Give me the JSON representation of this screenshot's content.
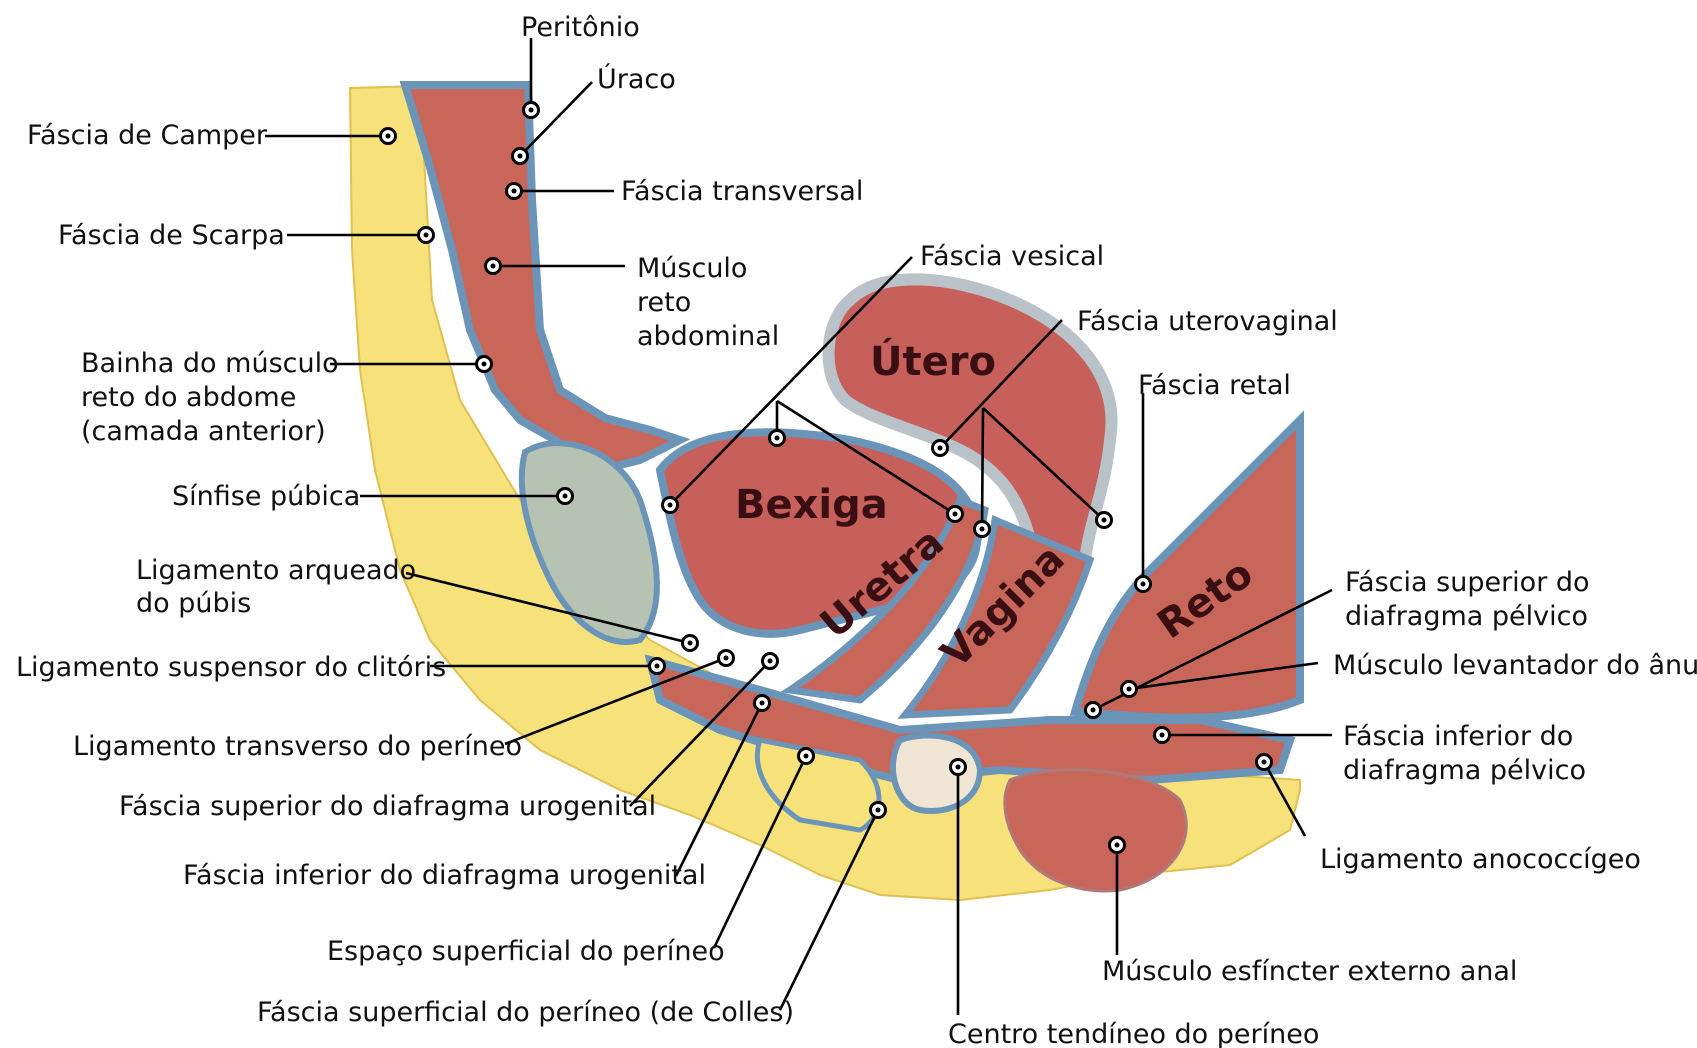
{
  "organs": {
    "utero": "Útero",
    "bexiga": "Bexiga",
    "uretra": "Uretra",
    "vagina": "Vagina",
    "reto": "Reto"
  },
  "labels": {
    "peritonio": "Peritônio",
    "uraco": "Úraco",
    "fascia_camper": "Fáscia de Camper",
    "fascia_transversal": "Fáscia transversal",
    "fascia_scarpa": "Fáscia de Scarpa",
    "musculo_reto_1": "Músculo",
    "musculo_reto_2": "reto",
    "musculo_reto_3": "abdominal",
    "fascia_vesical": "Fáscia vesical",
    "fascia_uterovaginal": "Fáscia uterovaginal",
    "bainha_1": "Bainha do músculo",
    "bainha_2": "reto do abdome",
    "bainha_3": "(camada anterior)",
    "fascia_retal": "Fáscia retal",
    "sinfise": "Sínfise púbica",
    "lig_arqueado_1": "Ligamento arqueado",
    "lig_arqueado_2": "do púbis",
    "fascia_sup_pelvico_1": "Fáscia superior do",
    "fascia_sup_pelvico_2": "diafragma pélvico",
    "lig_suspensor": "Ligamento suspensor do clitóris",
    "levantador": "Músculo levantador do ânus",
    "lig_transverso": "Ligamento transverso do períneo",
    "fascia_inf_pelvico_1": "Fáscia inferior do",
    "fascia_inf_pelvico_2": "diafragma pélvico",
    "fascia_sup_urogenital": "Fáscia superior do diafragma urogenital",
    "lig_anococcigeo": "Ligamento anococcígeo",
    "fascia_inf_urogenital": "Fáscia inferior do diafragma urogenital",
    "espaco_superficial": "Espaço superficial do períneo",
    "esfincter": "Músculo esfíncter externo anal",
    "fascia_colles": "Fáscia superficial do períneo (de Colles)",
    "centro_tendineo": "Centro tendíneo do períneo"
  }
}
